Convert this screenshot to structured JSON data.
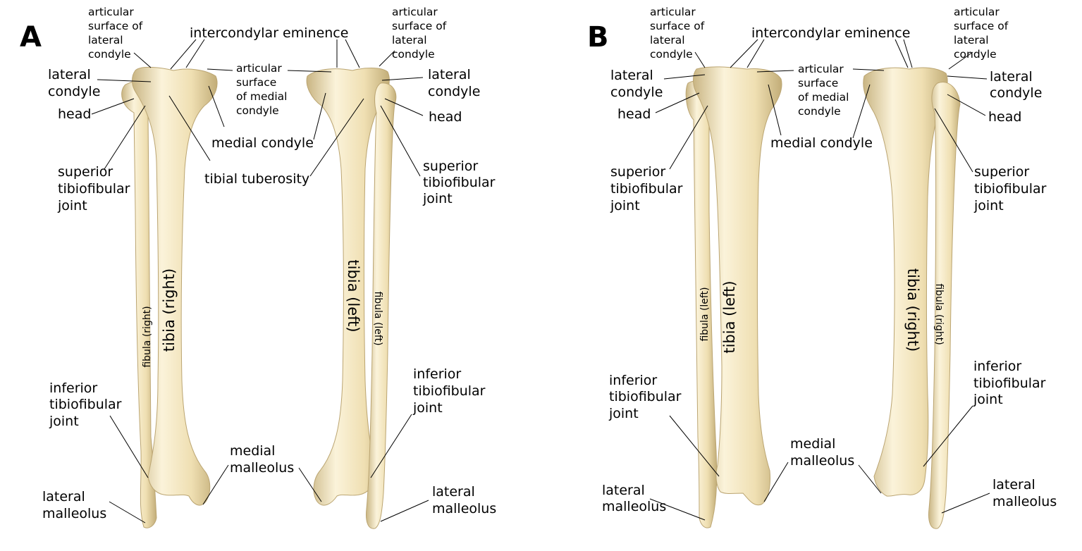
{
  "panels": {
    "a": {
      "letter": "A",
      "lateral_condyle_left": [
        "lateral",
        "condyle"
      ],
      "head_left": "head",
      "sup_joint_left": [
        "superior",
        "tibiofibular",
        "joint"
      ],
      "art_lat_left": [
        "articular",
        "surface of",
        "lateral",
        "condyle"
      ],
      "intercondylar": "intercondylar eminence",
      "art_med": [
        "articular",
        "surface",
        "of medial",
        "condyle"
      ],
      "medial_condyle": "medial condyle",
      "tibial_tuberosity": "tibial tuberosity",
      "art_lat_right": [
        "articular",
        "surface of",
        "lateral",
        "condyle"
      ],
      "lateral_condyle_right": [
        "lateral",
        "condyle"
      ],
      "head_right": "head",
      "sup_joint_right": [
        "superior",
        "tibiofibular",
        "joint"
      ],
      "inf_joint_left": [
        "inferior",
        "tibiofibular",
        "joint"
      ],
      "inf_joint_right": [
        "inferior",
        "tibiofibular",
        "joint"
      ],
      "lat_malleolus_left": [
        "lateral",
        "malleolus"
      ],
      "lat_malleolus_right": [
        "lateral",
        "malleolus"
      ],
      "medial_malleolus": [
        "medial",
        "malleolus"
      ],
      "tibia_1": "tibia (right)",
      "fibula_1": "fibula (right)",
      "tibia_2": "tibia (left)",
      "fibula_2": "fibula (left)"
    },
    "b": {
      "letter": "B",
      "art_lat_left": [
        "articular",
        "surface of",
        "lateral",
        "condyle"
      ],
      "intercondylar": "intercondylar eminence",
      "art_lat_right": [
        "articular",
        "surface of",
        "lateral",
        "condyle"
      ],
      "lateral_condyle_left": [
        "lateral",
        "condyle"
      ],
      "head_left": "head",
      "art_med": [
        "articular",
        "surface",
        "of medial",
        "condyle"
      ],
      "lateral_condyle_right": [
        "lateral",
        "condyle"
      ],
      "head_right": "head",
      "medial_condyle": "medial condyle",
      "sup_joint_left": [
        "superior",
        "tibiofibular",
        "joint"
      ],
      "sup_joint_right": [
        "superior",
        "tibiofibular",
        "joint"
      ],
      "inf_joint_left": [
        "inferior",
        "tibiofibular",
        "joint"
      ],
      "inf_joint_right": [
        "inferior",
        "tibiofibular",
        "joint"
      ],
      "medial_malleolus": [
        "medial",
        "malleolus"
      ],
      "lat_malleolus_left": [
        "lateral",
        "malleolus"
      ],
      "lat_malleolus_right": [
        "lateral",
        "malleolus"
      ],
      "fibula_1": "fibula (left)",
      "tibia_1": "tibia (left)",
      "tibia_2": "tibia (right)",
      "fibula_2": "fibula (right)"
    }
  },
  "colors": {
    "bone": "#efdfb2",
    "bone_shadow": "#c9b583",
    "bone_highlight": "#fbf3da",
    "label": "#000000"
  }
}
